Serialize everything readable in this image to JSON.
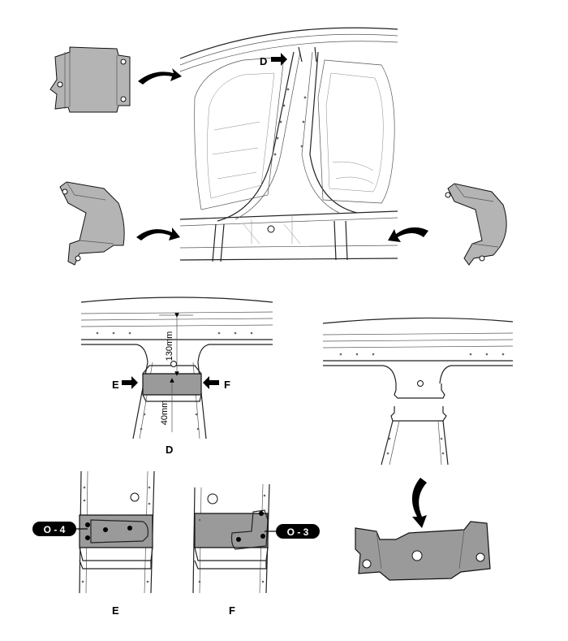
{
  "labels": {
    "view_d_arrow": "D",
    "view_e_arrow": "E",
    "view_f_arrow": "F",
    "caption_d": "D",
    "caption_e": "E",
    "caption_f": "F"
  },
  "dimensions": {
    "upper": "130mm",
    "lower": "40mm"
  },
  "badges": {
    "left": "O - 4",
    "right": "O - 3"
  },
  "colors": {
    "part_fill": "#9a9a9a",
    "line": "#222222",
    "badge": "#000000"
  },
  "icons": [
    "curved-arrow-icon",
    "direction-arrow-icon"
  ]
}
